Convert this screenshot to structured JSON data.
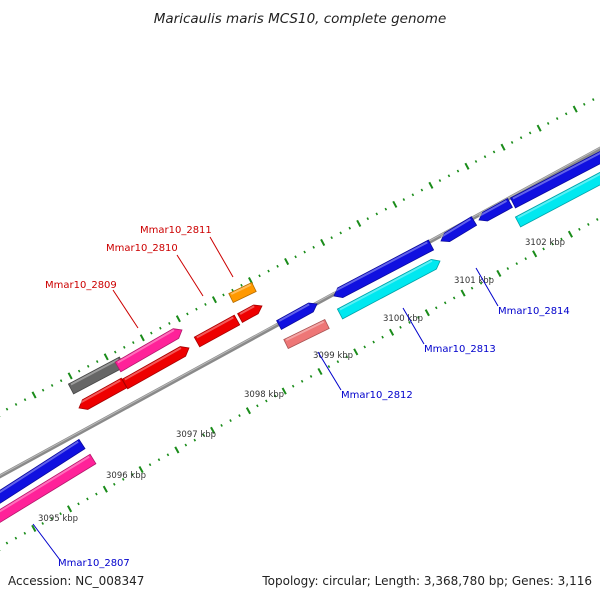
{
  "title": "Maricaulis maris MCS10, complete genome",
  "footer": {
    "accession": "Accession: NC_008347",
    "summary": "Topology: circular; Length: 3,368,780 bp; Genes: 3,116"
  },
  "colors": {
    "backbone": "#888888",
    "tick_dots": "#1a8c1a",
    "label_red": "#cc0000",
    "label_blue": "#0000cc",
    "blue": "#1010e0",
    "magenta": "#ff2299",
    "red": "#ee0000",
    "orange": "#ff9900",
    "grey": "#666666",
    "cyan": "#00e8f0",
    "salmon": "#ee7777"
  },
  "ticks": [
    "3095 kbp",
    "3096 kbp",
    "3097 kbp",
    "3098 kbp",
    "3099 kbp",
    "3100 kbp",
    "3101 kbp",
    "3102 kbp"
  ],
  "genes": [
    {
      "name": "Mmar10_2807",
      "strand": "outer"
    },
    {
      "name": "Mmar10_2809",
      "strand": "outer"
    },
    {
      "name": "Mmar10_2810",
      "strand": "outer"
    },
    {
      "name": "Mmar10_2811",
      "strand": "outer"
    },
    {
      "name": "Mmar10_2812",
      "strand": "outer"
    },
    {
      "name": "Mmar10_2813",
      "strand": "outer"
    },
    {
      "name": "Mmar10_2814",
      "strand": "outer"
    }
  ]
}
